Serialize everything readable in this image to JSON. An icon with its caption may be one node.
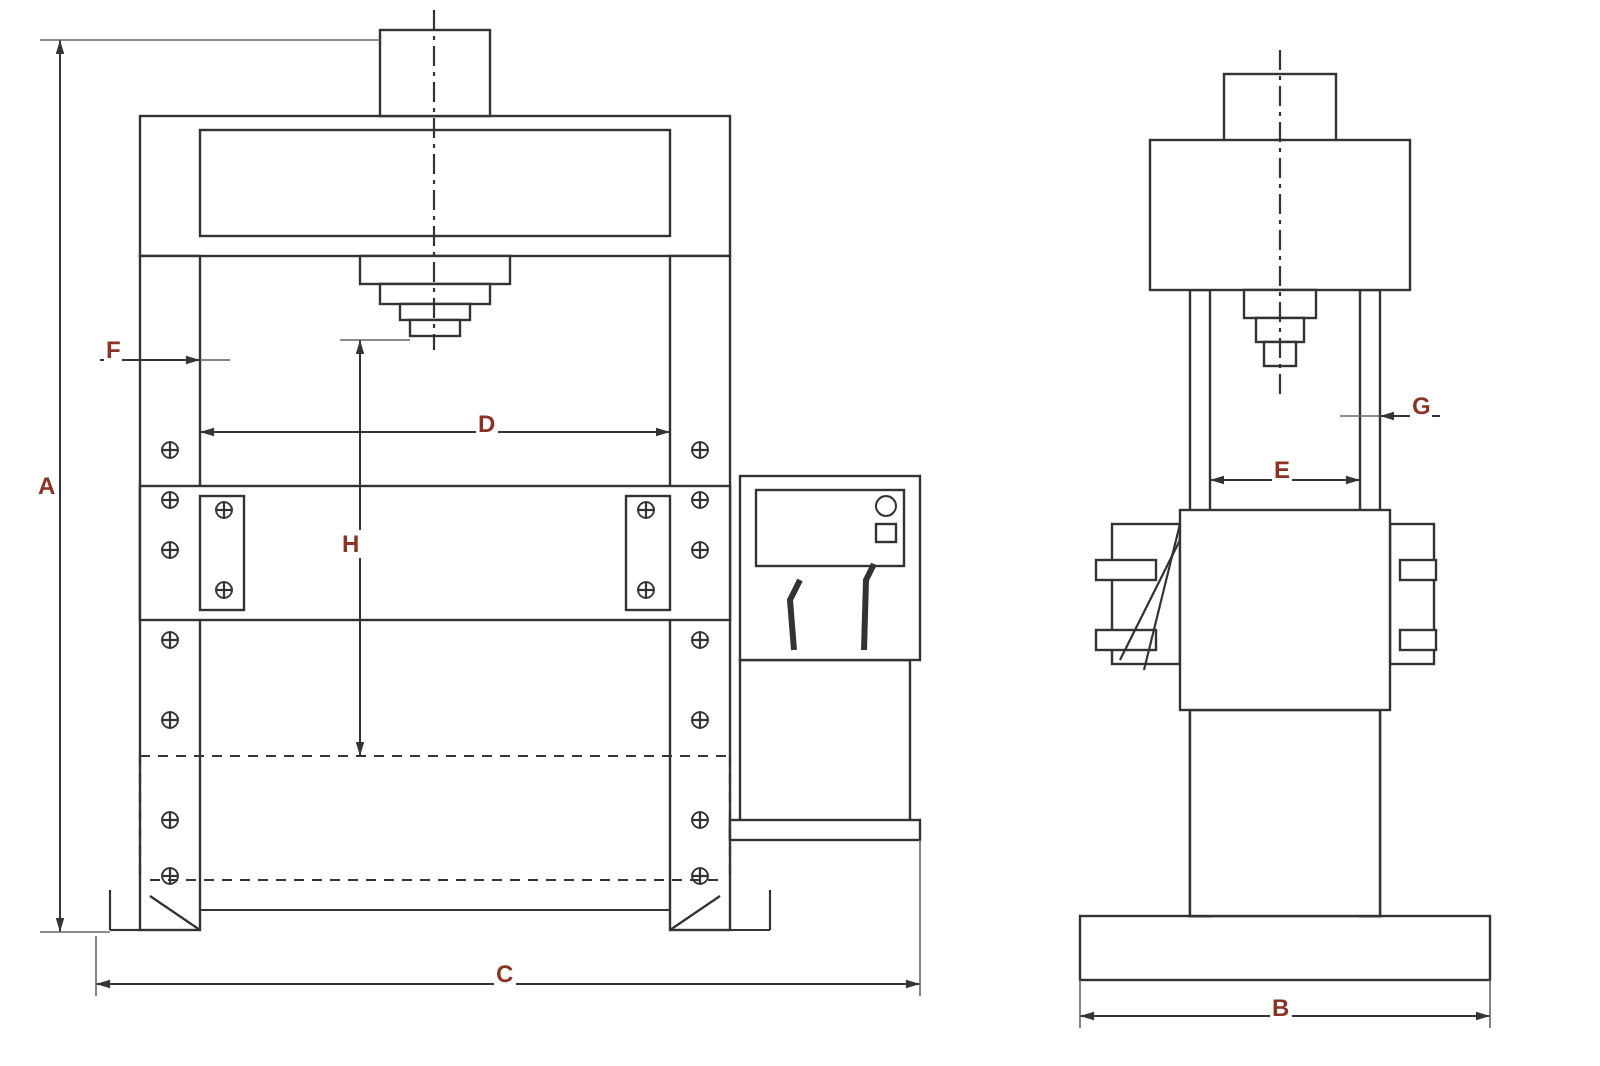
{
  "diagram": {
    "labels": [
      "F",
      "G",
      "D",
      "E",
      "A",
      "H",
      "C",
      "B"
    ]
  }
}
